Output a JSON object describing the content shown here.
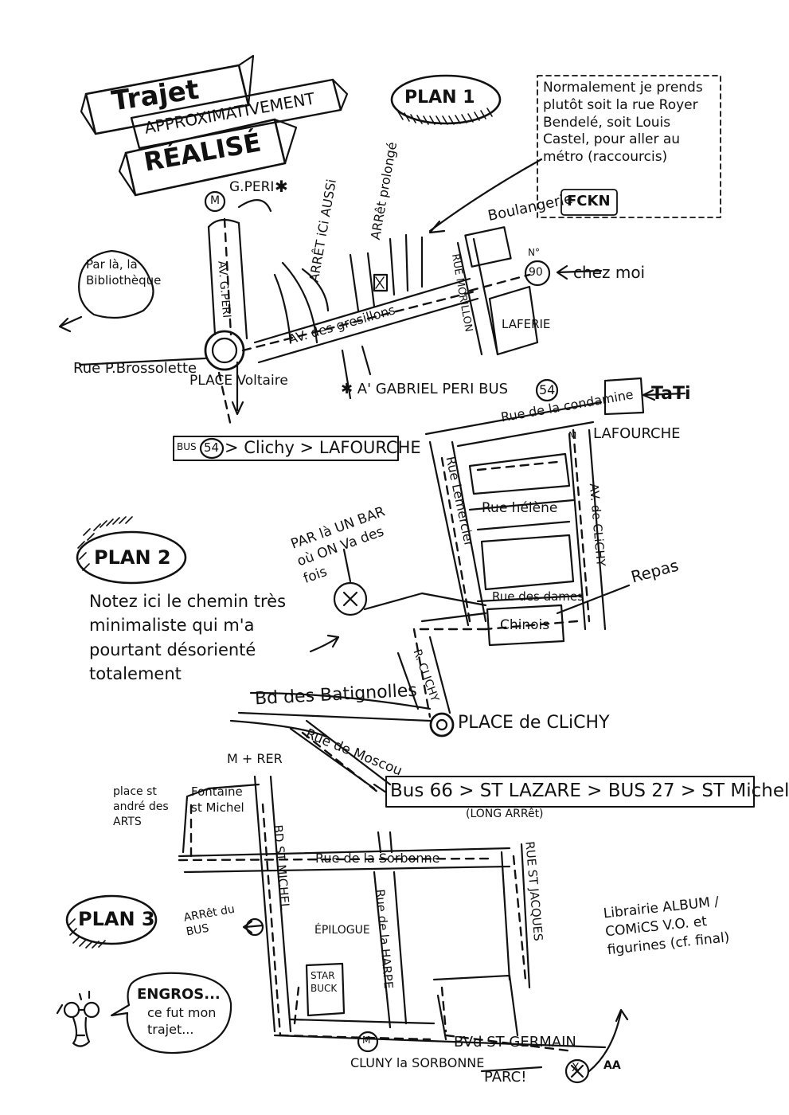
{
  "title": {
    "line1": "Trajet",
    "line2": "APPROXIMATIVEMENT",
    "line3": "RÉALISÉ"
  },
  "plans": {
    "plan1": "PLAN 1",
    "plan2": "PLAN 2",
    "plan3": "PLAN 3"
  },
  "plan1": {
    "note": "Normalement je prends plutôt soit la rue Royer Bendelé, soit Louis Castel, pour aller au métro (raccourcis)",
    "fckn": "FCKN",
    "boulangerie": "Boulangerie",
    "chez_moi": "chez moi",
    "number_label": "N°",
    "number": "90",
    "laferie": "LAFERIE",
    "rue_morillon": "RUE MORILLON",
    "arret_prolonge": "ARRêt prolongé",
    "arret_ici_aussi": "ARRÊT iCi AUSSi",
    "metro_m": "M",
    "g_peri": "G.PERI",
    "asterisk": "✱",
    "bibliotheque": "Par là, la Bibliothèque",
    "av_g_peri": "AV. G.PERI",
    "av_gresillons": "AV. des gresillons",
    "rue_brossolette": "Rue P.Brossolette",
    "place_voltaire": "PLACE Voltaire",
    "gabriel_peri_bus": "✱ A' GABRIEL PERI BUS",
    "bus_num": "54",
    "bus_route_bus": "BUS",
    "bus_route_num": "54",
    "bus_route": "> Clichy > LAFOURCHE"
  },
  "plan2": {
    "rue_condamine": "Rue de la condamine",
    "tati": "TaTi",
    "la_fourche": "LAFOURCHE",
    "rue_lemercier": "Rue Lemercier",
    "av_clichy": "AV. de CLiCHY",
    "rue_helene": "Rue hélène",
    "rue_dames": "Rue des dames",
    "chinois": "Chinois",
    "repas": "Repas",
    "bar_note": "PAR là UN BAR où ON Va des fois",
    "x_mark": "X",
    "note": "Notez ici le chemin très minimaliste qui m'a pourtant désorienté totalement",
    "bd_batignolles": "Bd des Batignolles",
    "place_clichy": "PLACE de CLiCHY",
    "rue_moscou": "Rue de Moscou",
    "rue_clichy": "R. CLICHY",
    "bus66_route": "Bus 66 > ST LAZARE > BUS 27 > ST Michel",
    "long_arret": "(LONG ARRêt)"
  },
  "plan3": {
    "metro_rer": "M + RER",
    "place_st_andre": "place st andré des ARTS",
    "fontaine": "Fontaine st Michel",
    "bd_st_michel": "BD ST MICHEL",
    "rue_sorbonne": "Rue de la Sorbonne",
    "rue_harpe": "Rue de la HARPE",
    "rue_st_jacques": "RUE ST JACQUES",
    "arret_du_bus": "ARRêt du BUS",
    "epilogue": "ÉPILOGUE",
    "starbuck": "STAR BUCK",
    "cluny": "CLUNY la SORBONNE",
    "bvd_st_germain": "BVd ST GERMAIN",
    "parc": "PARC!",
    "librairie": "Librairie ALBUM / COMiCS V.O. et figurines (cf. final)",
    "engros": "ENGROS...",
    "ce_fut": "ce fut mon trajet...",
    "signature": "AA"
  }
}
